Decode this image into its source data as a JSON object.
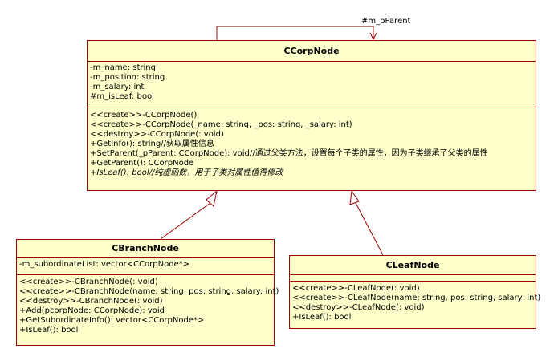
{
  "classes": {
    "corp": {
      "name": "CCorpNode",
      "attributes": [
        "-m_name: string",
        "-m_position: string",
        "-m_salary: int",
        "#m_isLeaf: bool"
      ],
      "operations": [
        "<<create>>-CCorpNode()",
        "<<create>>-CCorpNode(_name: string, _pos: string, _salary: int)",
        "<<destroy>>-CCorpNode(: void)",
        "+GetInfo(): string//获取属性信息",
        "+SetParent(_pParent: CCorpNode): void//通过父类方法，设置每个子类的属性，因为子类继承了父类的属性",
        "+GetParent(): CCorpNode",
        "+IsLeaf(): bool//纯虚函数，用于子类对属性值得修改"
      ]
    },
    "branch": {
      "name": "CBranchNode",
      "attributes": [
        "-m_subordinateList: vector<CCorpNode*>"
      ],
      "operations": [
        "<<create>>-CBranchNode(: void)",
        "<<create>>-CBranchNode(name: string, pos: string, salary: int)",
        "<<destroy>>-CBranchNode(: void)",
        "+Add(pcorpNode: CCorpNode): void",
        "+GetSubordinateInfo(): vector<CCorpNode*>",
        "+IsLeaf(): bool"
      ]
    },
    "leaf": {
      "name": "CLeafNode",
      "attributes": [],
      "operations": [
        "<<create>>-CLeafNode(: void)",
        "<<create>>-CLeafNode(name: string, pos: string, salary: int)",
        "<<destroy>>-CLeafNode(: void)",
        "+IsLeaf(): bool"
      ]
    }
  },
  "association": {
    "label": "#m_pParent"
  },
  "colors": {
    "fill": "#ffffcc",
    "border": "#990000",
    "line": "#990000"
  }
}
